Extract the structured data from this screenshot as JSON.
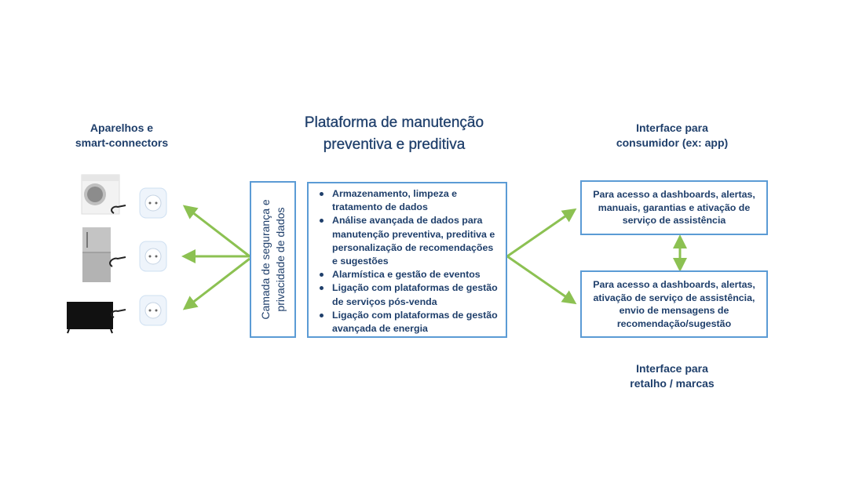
{
  "left": {
    "title_line1": "Aparelhos e",
    "title_line2": "smart-connectors"
  },
  "center": {
    "title_line1": "Plataforma de manutenção",
    "title_line2": "preventiva e preditiva",
    "security_layer": "Camada de segurança e privacidade de dados",
    "items": [
      "Armazenamento, limpeza e tratamento de dados",
      "Análise avançada de dados para manutenção preventiva, preditiva e personalização de recomendações e sugestões",
      "Alarmística e gestão de eventos",
      "Ligação com plataformas de gestão de serviços pós-venda",
      "Ligação com plataformas de gestão avançada de energia"
    ]
  },
  "right": {
    "consumer_title_line1": "Interface para",
    "consumer_title_line2": "consumidor (ex: app)",
    "consumer_box": "Para acesso a dashboards, alertas, manuais, garantias e ativação de serviço de assistência",
    "retail_box": "Para acesso a dashboards, alertas, ativação de serviço de assistência, envio de mensagens de recomendação/sugestão",
    "retail_title_line1": "Interface para",
    "retail_title_line2": "retalho / marcas"
  },
  "colors": {
    "text": "#1f3f6b",
    "border": "#5b9bd5",
    "arrow": "#8cc152"
  }
}
